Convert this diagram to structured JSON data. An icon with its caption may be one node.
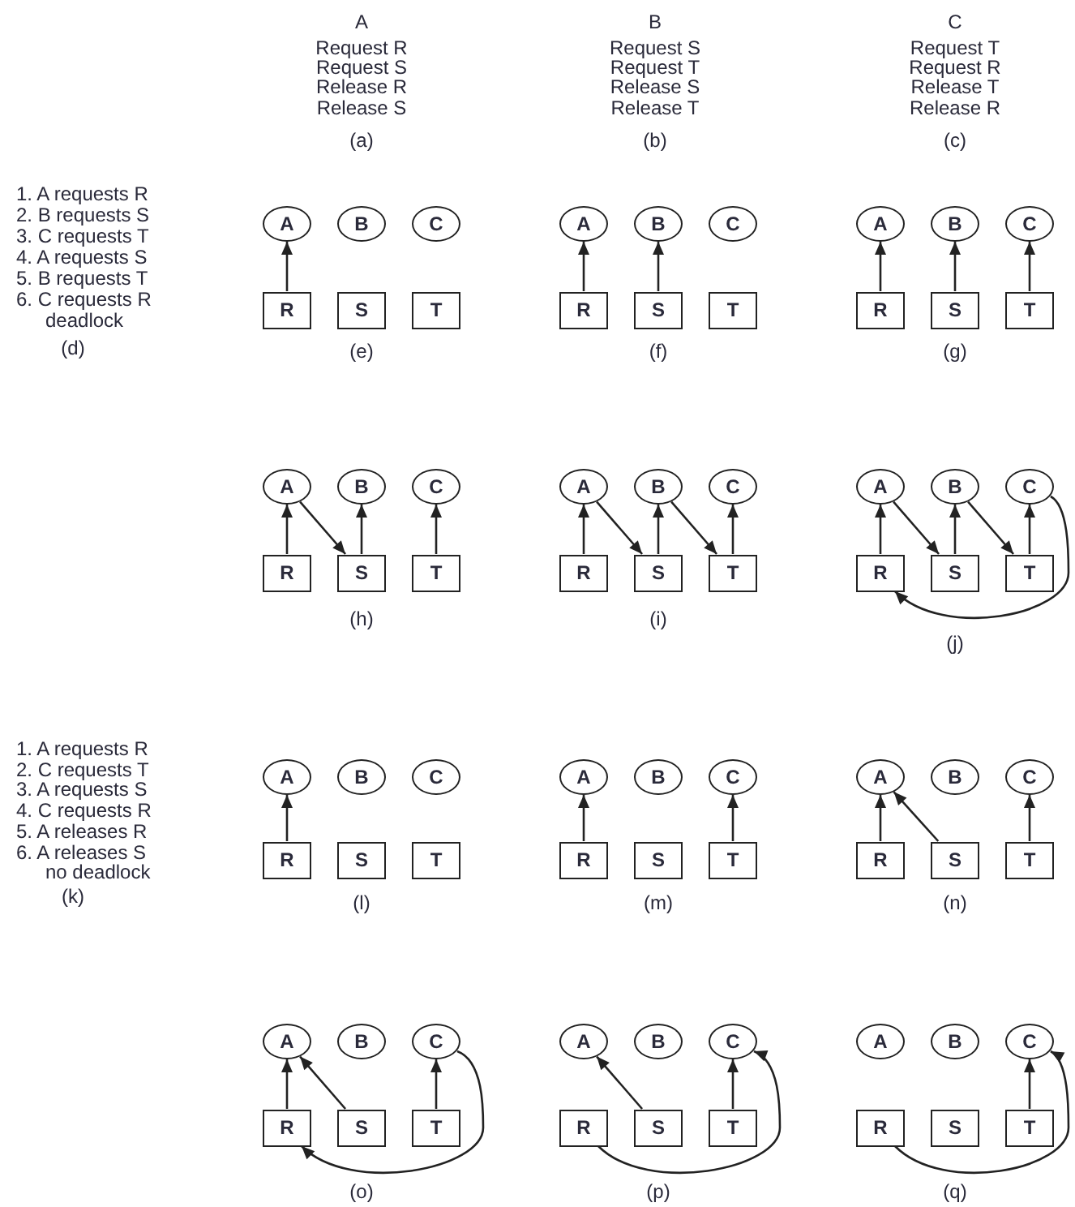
{
  "diagram": {
    "nodes": [
      {
        "text": [
          "A"
        ]
      },
      {
        "text": [
          "B"
        ]
      },
      {
        "text": [
          "C"
        ]
      },
      {
        "text": [
          "R"
        ]
      },
      {
        "text": [
          "S"
        ]
      },
      {
        "text": [
          "T"
        ]
      },
      {
        "text": [
          "A"
        ]
      },
      {
        "text": [
          "B"
        ]
      },
      {
        "text": [
          "C"
        ]
      },
      {
        "text": [
          "R"
        ]
      },
      {
        "text": [
          "S"
        ]
      },
      {
        "text": [
          "T"
        ]
      },
      {
        "text": [
          "A"
        ]
      },
      {
        "text": [
          "B"
        ]
      },
      {
        "text": [
          "C"
        ]
      },
      {
        "text": [
          "R"
        ]
      },
      {
        "text": [
          "S"
        ]
      },
      {
        "text": [
          "T"
        ]
      },
      {
        "text": [
          "A"
        ]
      },
      {
        "text": [
          "B"
        ]
      },
      {
        "text": [
          "C"
        ]
      },
      {
        "text": [
          "R"
        ]
      },
      {
        "text": [
          "S"
        ]
      },
      {
        "text": [
          "T"
        ]
      },
      {
        "text": [
          "A"
        ]
      },
      {
        "text": [
          "B"
        ]
      },
      {
        "text": [
          "C"
        ]
      },
      {
        "text": [
          "R"
        ]
      },
      {
        "text": [
          "S"
        ]
      },
      {
        "text": [
          "T"
        ]
      },
      {
        "text": [
          "A"
        ]
      },
      {
        "text": [
          "B"
        ]
      },
      {
        "text": [
          "C"
        ]
      },
      {
        "text": [
          "R"
        ]
      },
      {
        "text": [
          "S"
        ]
      },
      {
        "text": [
          "T"
        ]
      },
      {
        "text": [
          "A"
        ]
      },
      {
        "text": [
          "B"
        ]
      },
      {
        "text": [
          "C"
        ]
      },
      {
        "text": [
          "R"
        ]
      },
      {
        "text": [
          "S"
        ]
      },
      {
        "text": [
          "T"
        ]
      },
      {
        "text": [
          "A"
        ]
      },
      {
        "text": [
          "B"
        ]
      },
      {
        "text": [
          "C"
        ]
      },
      {
        "text": [
          "R"
        ]
      },
      {
        "text": [
          "S"
        ]
      },
      {
        "text": [
          "T"
        ]
      },
      {
        "text": [
          "A"
        ]
      },
      {
        "text": [
          "B"
        ]
      },
      {
        "text": [
          "C"
        ]
      },
      {
        "text": [
          "R"
        ]
      },
      {
        "text": [
          "S"
        ]
      },
      {
        "text": [
          "T"
        ]
      },
      {
        "text": [
          "A"
        ]
      },
      {
        "text": [
          "B"
        ]
      },
      {
        "text": [
          "C"
        ]
      },
      {
        "text": [
          "R"
        ]
      },
      {
        "text": [
          "S"
        ]
      },
      {
        "text": [
          "T"
        ]
      },
      {
        "text": [
          "A"
        ]
      },
      {
        "text": [
          "B"
        ]
      },
      {
        "text": [
          "C"
        ]
      },
      {
        "text": [
          "R"
        ]
      },
      {
        "text": [
          "S"
        ]
      },
      {
        "text": [
          "T"
        ]
      },
      {
        "text": [
          "A"
        ]
      },
      {
        "text": [
          "B"
        ]
      },
      {
        "text": [
          "C"
        ]
      },
      {
        "text": [
          "R"
        ]
      },
      {
        "text": [
          "S"
        ]
      },
      {
        "text": [
          "T"
        ]
      }
    ],
    "edges": [
      {
        "from": 3,
        "to": 0,
        "arrow": "to"
      },
      {
        "from": 9,
        "to": 6,
        "arrow": "to"
      },
      {
        "from": 10,
        "to": 7,
        "arrow": "to"
      },
      {
        "from": 15,
        "to": 12,
        "arrow": "to"
      },
      {
        "from": 16,
        "to": 13,
        "arrow": "to"
      },
      {
        "from": 17,
        "to": 14,
        "arrow": "to"
      },
      {
        "from": 21,
        "to": 18,
        "arrow": "to"
      },
      {
        "from": 22,
        "to": 19,
        "arrow": "to"
      },
      {
        "from": 23,
        "to": 20,
        "arrow": "to"
      },
      {
        "from": 18,
        "to": 22,
        "arrow": "to"
      },
      {
        "from": 27,
        "to": 24,
        "arrow": "to"
      },
      {
        "from": 28,
        "to": 25,
        "arrow": "to"
      },
      {
        "from": 29,
        "to": 26,
        "arrow": "to"
      },
      {
        "from": 24,
        "to": 28,
        "arrow": "to"
      },
      {
        "from": 25,
        "to": 29,
        "arrow": "to"
      },
      {
        "from": 33,
        "to": 30,
        "arrow": "to"
      },
      {
        "from": 34,
        "to": 31,
        "arrow": "to"
      },
      {
        "from": 35,
        "to": 32,
        "arrow": "to"
      },
      {
        "from": 30,
        "to": 34,
        "arrow": "to"
      },
      {
        "from": 31,
        "to": 35,
        "arrow": "to"
      },
      {
        "from": 32,
        "to": 33,
        "arrow": "to"
      },
      {
        "from": 39,
        "to": 36,
        "arrow": "to"
      },
      {
        "from": 45,
        "to": 42,
        "arrow": "to"
      },
      {
        "from": 47,
        "to": 44,
        "arrow": "to"
      },
      {
        "from": 51,
        "to": 48,
        "arrow": "to"
      },
      {
        "from": 52,
        "to": 48,
        "arrow": "to"
      },
      {
        "from": 53,
        "to": 50,
        "arrow": "to"
      },
      {
        "from": 57,
        "to": 54,
        "arrow": "to"
      },
      {
        "from": 58,
        "to": 54,
        "arrow": "to"
      },
      {
        "from": 59,
        "to": 56,
        "arrow": "to"
      },
      {
        "from": 56,
        "to": 57,
        "arrow": "to"
      },
      {
        "from": 64,
        "to": 60,
        "arrow": "to"
      },
      {
        "from": 65,
        "to": 62,
        "arrow": "to"
      },
      {
        "from": 63,
        "to": 62,
        "arrow": "to"
      },
      {
        "from": 71,
        "to": 68,
        "arrow": "to"
      },
      {
        "from": 69,
        "to": 68,
        "arrow": "to"
      }
    ],
    "labels": [
      "A",
      "Request R",
      "Request S",
      "Release R",
      "Release S",
      "(a)",
      "B",
      "Request S",
      "Request T",
      "Release S",
      "Release T",
      "(b)",
      "C",
      "Request T",
      "Request R",
      "Release T",
      "Release R",
      "(c)",
      "1. A requests R",
      "2. B requests S",
      "3. C requests T",
      "4. A requests S",
      "5. B requests T",
      "6. C requests R",
      "deadlock",
      "(d)",
      "(e)",
      "(f)",
      "(g)",
      "(h)",
      "(i)",
      "(j)",
      "1. A requests R",
      "2. C requests T",
      "3. A requests S",
      "4. C requests R",
      "5. A releases R",
      "6. A releases S",
      "no deadlock",
      "(k)",
      "(l)",
      "(m)",
      "(n)",
      "(o)",
      "(p)",
      "(q)"
    ]
  }
}
